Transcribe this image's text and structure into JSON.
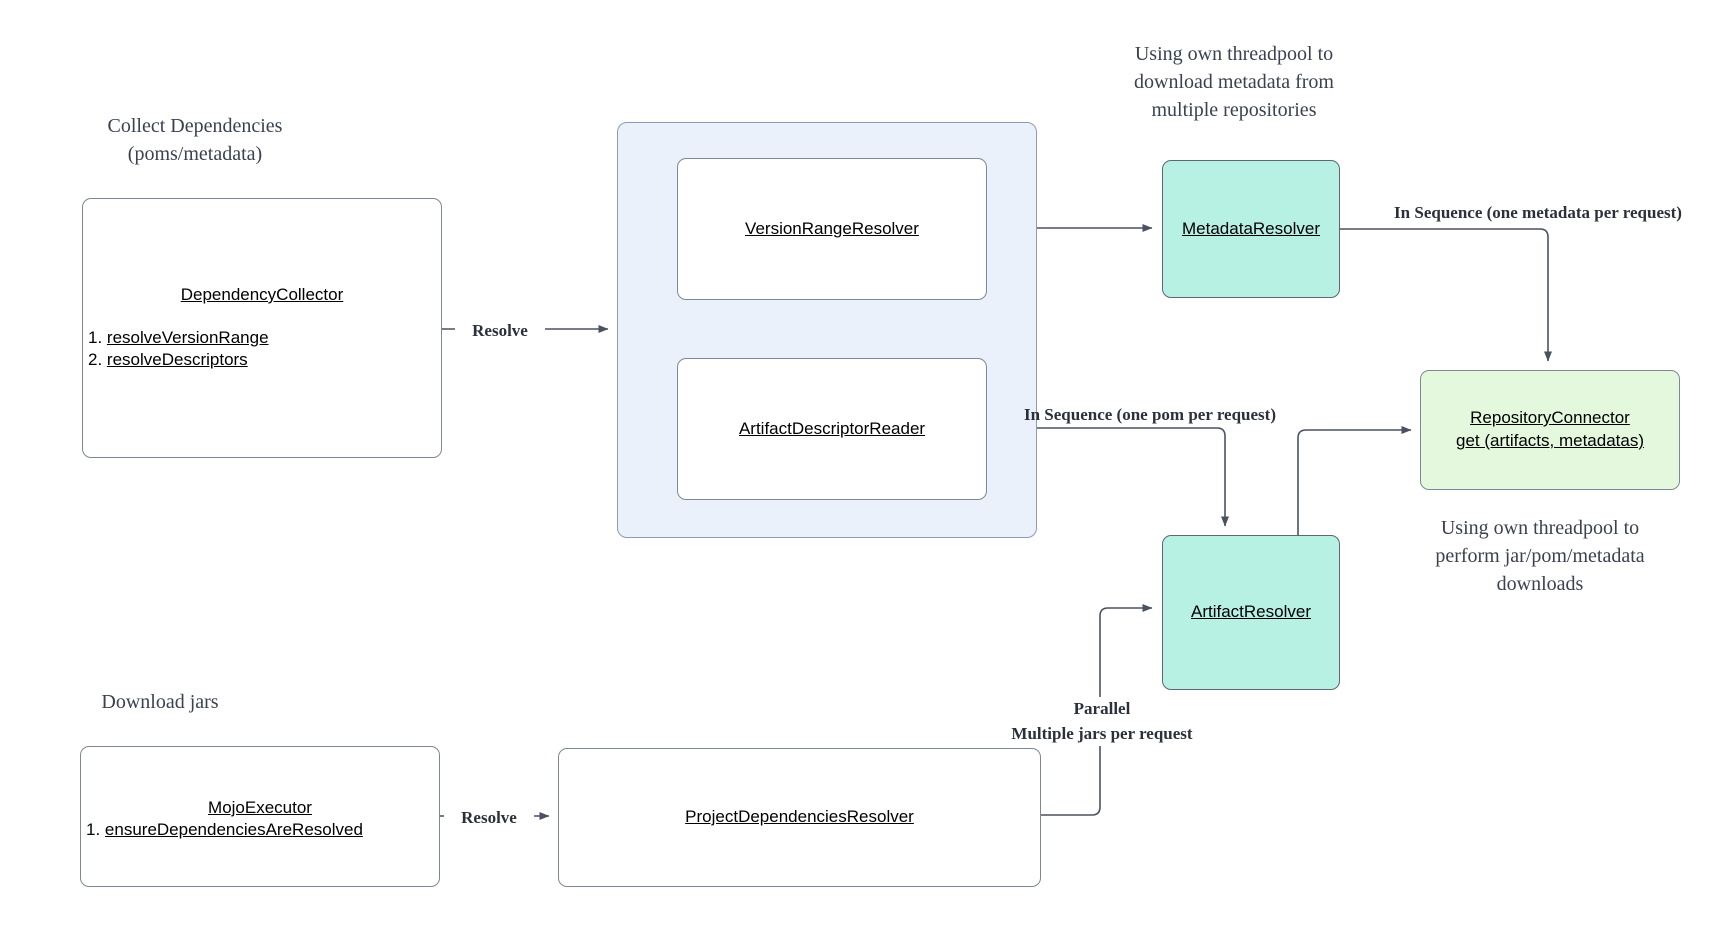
{
  "annotations": {
    "collect_dependencies": "Collect Dependencies\n(poms/metadata)",
    "download_jars": "Download jars",
    "threadpool_metadata": "Using own threadpool to\ndownload metadata from\nmultiple repositories",
    "threadpool_downloads": "Using own threadpool to\nperform jar/pom/metadata\ndownloads"
  },
  "nodes": {
    "dependency_collector": {
      "title": "DependencyCollector",
      "items": [
        {
          "prefix": "1.",
          "label": "resolveVersionRange"
        },
        {
          "prefix": "2.",
          "label": "resolveDescriptors"
        }
      ]
    },
    "version_range_resolver": {
      "title": "VersionRangeResolver"
    },
    "artifact_descriptor_reader": {
      "title": "ArtifactDescriptorReader"
    },
    "metadata_resolver": {
      "title": "MetadataResolver"
    },
    "repository_connector": {
      "title": "RepositoryConnector\nget (artifacts, metadatas)"
    },
    "artifact_resolver": {
      "title": "ArtifactResolver"
    },
    "mojo_executor": {
      "title": "MojoExecutor",
      "items": [
        {
          "prefix": "1.",
          "label": "ensureDependenciesAreResolved"
        }
      ]
    },
    "project_dependencies_resolver": {
      "title": "ProjectDependenciesResolver"
    }
  },
  "edge_labels": {
    "resolve_collect": "Resolve",
    "resolve_download": "Resolve",
    "in_sequence_metadata": "In Sequence (one metadata per request)",
    "in_sequence_pom": "In Sequence (one pom per request)",
    "parallel": "Parallel\nMultiple jars per request"
  },
  "colors": {
    "teal_node": "#b6f1e4",
    "green_node": "#e4f8de",
    "blue_container": "#eaf1fb",
    "edge_line": "#4a5160",
    "annotation_text": "#3a4150"
  }
}
